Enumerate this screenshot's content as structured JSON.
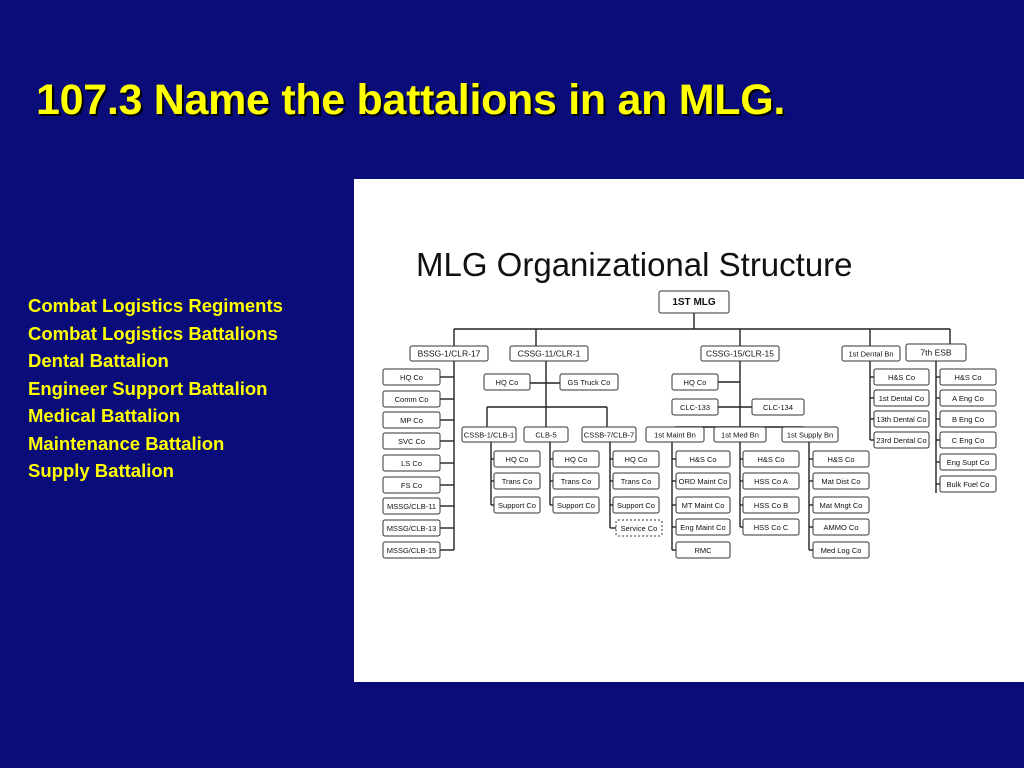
{
  "slide": {
    "title": "107.3 Name the battalions in an MLG.",
    "bullets": [
      "Combat Logistics Regiments",
      "Combat Logistics Battalions",
      "Dental Battalion",
      "Engineer Support Battalion",
      "Medical Battalion",
      "Maintenance Battalion",
      "Supply Battalion"
    ]
  },
  "org_chart": {
    "title": "MLG Organizational Structure",
    "root": "1ST MLG",
    "units": {
      "bssg": "BSSG-1/CLR-17",
      "cssg11": "CSSG-11/CLR-1",
      "cssg15": "CSSG-15/CLR-15",
      "dental": "1st Dental Bn",
      "esb": "7th ESB"
    },
    "bssg_companies": [
      "HQ Co",
      "Comm Co",
      "MP Co",
      "SVC Co",
      "LS Co",
      "FS Co",
      "MSSG/CLB-11",
      "MSSG/CLB-13",
      "MSSG/CLB-15"
    ],
    "cssg11_direct": [
      "HQ Co",
      "GS Truck Co"
    ],
    "cssg11_battalions": [
      "CSSB-1/CLB-1",
      "CLB-5",
      "CSSB-7/CLB-7"
    ],
    "clb_companies": [
      "HQ Co",
      "Trans Co",
      "Support Co"
    ],
    "service_co": "Service Co",
    "cssg15_hq": "HQ Co",
    "clc": [
      "CLC-133",
      "CLC-134"
    ],
    "cssg15_battalions": [
      "1st Maint Bn",
      "1st Med Bn",
      "1st Supply Bn"
    ],
    "maint_companies": [
      "H&S Co",
      "ORD Maint Co",
      "MT Maint Co",
      "Eng Maint Co",
      "RMC"
    ],
    "med_companies": [
      "H&S Co",
      "HSS  Co A",
      "HSS Co B",
      "HSS Co C"
    ],
    "supply_companies": [
      "H&S Co",
      "Mat Dist Co",
      "Mat Mngt Co",
      "AMMO Co",
      "Med Log Co"
    ],
    "dental_companies": [
      "H&S Co",
      "1st Dental Co",
      "13th Dental Co",
      "23rd Dental Co"
    ],
    "esb_companies": [
      "H&S Co",
      "A Eng Co",
      "B Eng Co",
      "C Eng Co",
      "Eng Supt Co",
      "Bulk Fuel Co"
    ]
  }
}
